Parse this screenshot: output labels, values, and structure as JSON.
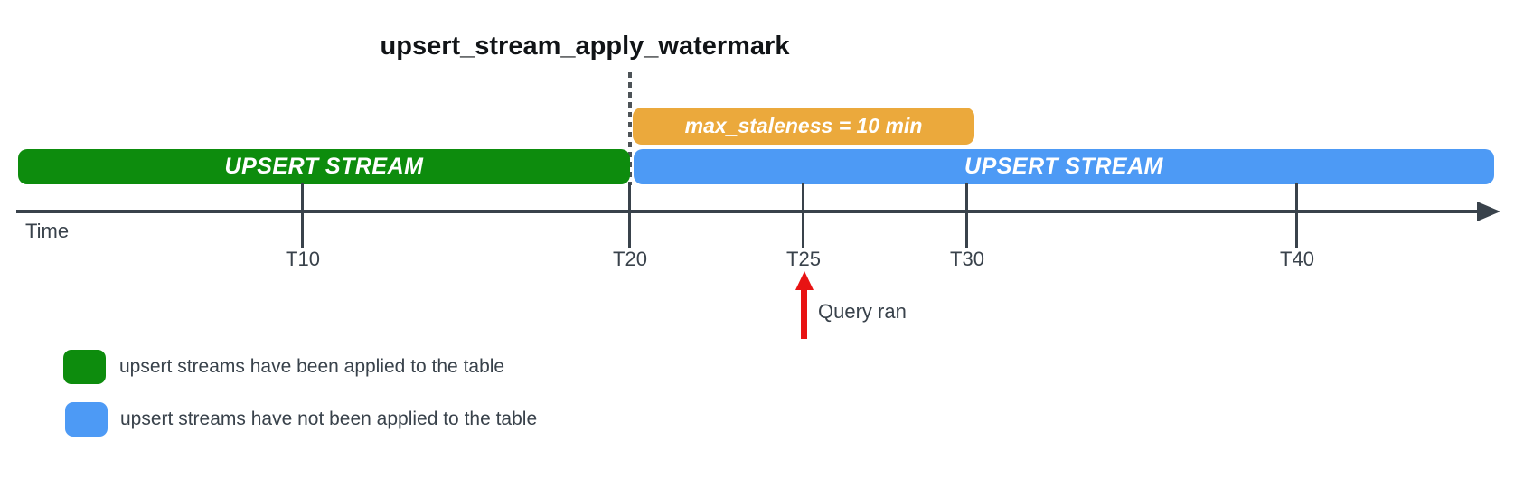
{
  "diagram": {
    "title": "upsert_stream_apply_watermark"
  },
  "staleness_box": {
    "label": "max_staleness = 10 min"
  },
  "bars": {
    "applied": {
      "label": "UPSERT STREAM"
    },
    "not_applied": {
      "label": "UPSERT STREAM"
    }
  },
  "timeline": {
    "axis_label": "Time",
    "ticks": [
      {
        "label": "T10"
      },
      {
        "label": "T20"
      },
      {
        "label": "T25"
      },
      {
        "label": "T30"
      },
      {
        "label": "T40"
      }
    ]
  },
  "annotation": {
    "query_ran": "Query ran"
  },
  "legend": {
    "items": [
      {
        "label": "upsert streams have been applied to the table",
        "color": "#0D8C0D"
      },
      {
        "label": "upsert streams have not been applied to the table",
        "color": "#4D9AF5"
      }
    ]
  },
  "colors": {
    "green": "#0D8C0D",
    "blue": "#4D9AF5",
    "orange": "#EBA93C",
    "red": "#E81313",
    "axis": "#39424B"
  }
}
